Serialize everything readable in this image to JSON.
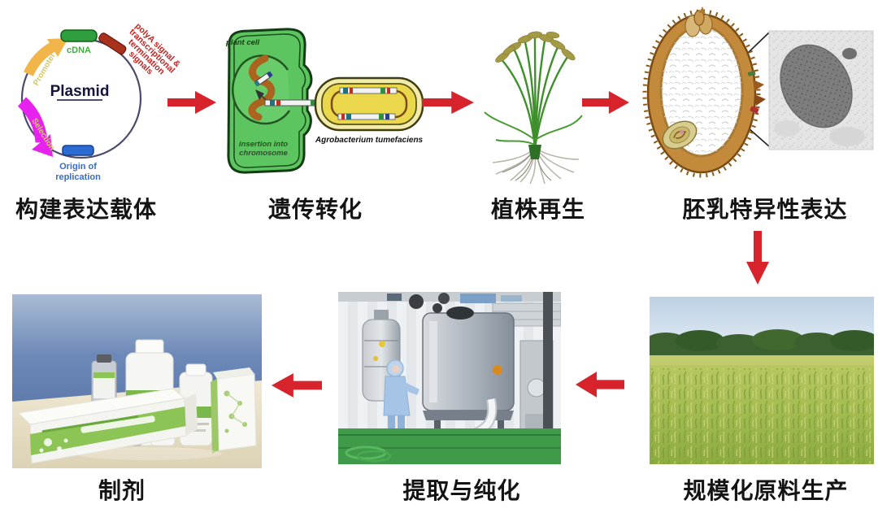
{
  "colors": {
    "arrow_red": "#d7232b",
    "caption_text": "#141414",
    "polya_text": "#c32420",
    "plasmid_promoter": "#f2b54a",
    "plasmid_selection": "#e822ee",
    "plasmid_cdna": "#2f9e3f",
    "plasmid_origin": "#2a6cd4",
    "plant_cell_green": "#5dc55f",
    "agrobacterium_yellow": "#ead74b"
  },
  "stages": [
    {
      "id": "expression-vector",
      "caption": "构建表达载体"
    },
    {
      "id": "genetic-transformation",
      "caption": "遗传转化"
    },
    {
      "id": "plant-regeneration",
      "caption": "植株再生"
    },
    {
      "id": "endosperm-expression",
      "caption": "胚乳特异性表达"
    },
    {
      "id": "raw-material-production",
      "caption": "规模化原料生产"
    },
    {
      "id": "extraction-purification",
      "caption": "提取与纯化"
    },
    {
      "id": "formulation",
      "caption": "制剂"
    }
  ],
  "plasmid": {
    "title": "Plasmid",
    "cdna_label": "cDNA",
    "promoter_label": "Promoter",
    "selection_label": "Selection",
    "origin_line1": "Origin of",
    "origin_line2": "replication",
    "polya_lines": [
      "polyA signal &",
      "transcriptional",
      "termination",
      "signals"
    ]
  },
  "transformation": {
    "plant_cell_label": "plant cell",
    "insertion_line1": "insertion into",
    "insertion_line2": "chromosome",
    "agrobacterium_label": "Agrobacterium tumefaciens"
  }
}
